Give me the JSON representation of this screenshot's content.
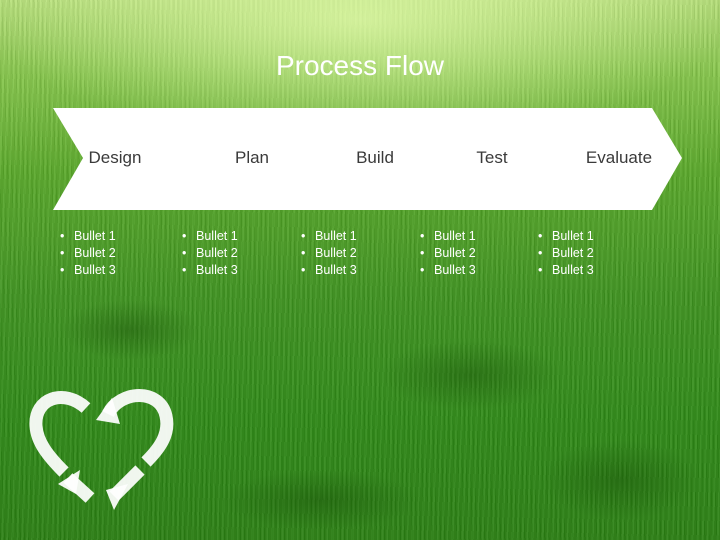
{
  "title": "Process Flow",
  "steps": [
    {
      "label": "Design",
      "bullets": [
        "Bullet 1",
        "Bullet 2",
        "Bullet 3"
      ]
    },
    {
      "label": "Plan",
      "bullets": [
        "Bullet 1",
        "Bullet 2",
        "Bullet 3"
      ]
    },
    {
      "label": "Build",
      "bullets": [
        "Bullet 1",
        "Bullet 2",
        "Bullet 3"
      ]
    },
    {
      "label": "Test",
      "bullets": [
        "Bullet 1",
        "Bullet 2",
        "Bullet 3"
      ]
    },
    {
      "label": "Evaluate",
      "bullets": [
        "Bullet 1",
        "Bullet 2",
        "Bullet 3"
      ]
    }
  ],
  "colors": {
    "chevron_fill": "#ffffff",
    "label_text": "#3a3a3a",
    "bullet_text": "#ffffff",
    "title_text": "#ffffff"
  },
  "icons": {
    "decoration": "recycle-heart-icon"
  }
}
